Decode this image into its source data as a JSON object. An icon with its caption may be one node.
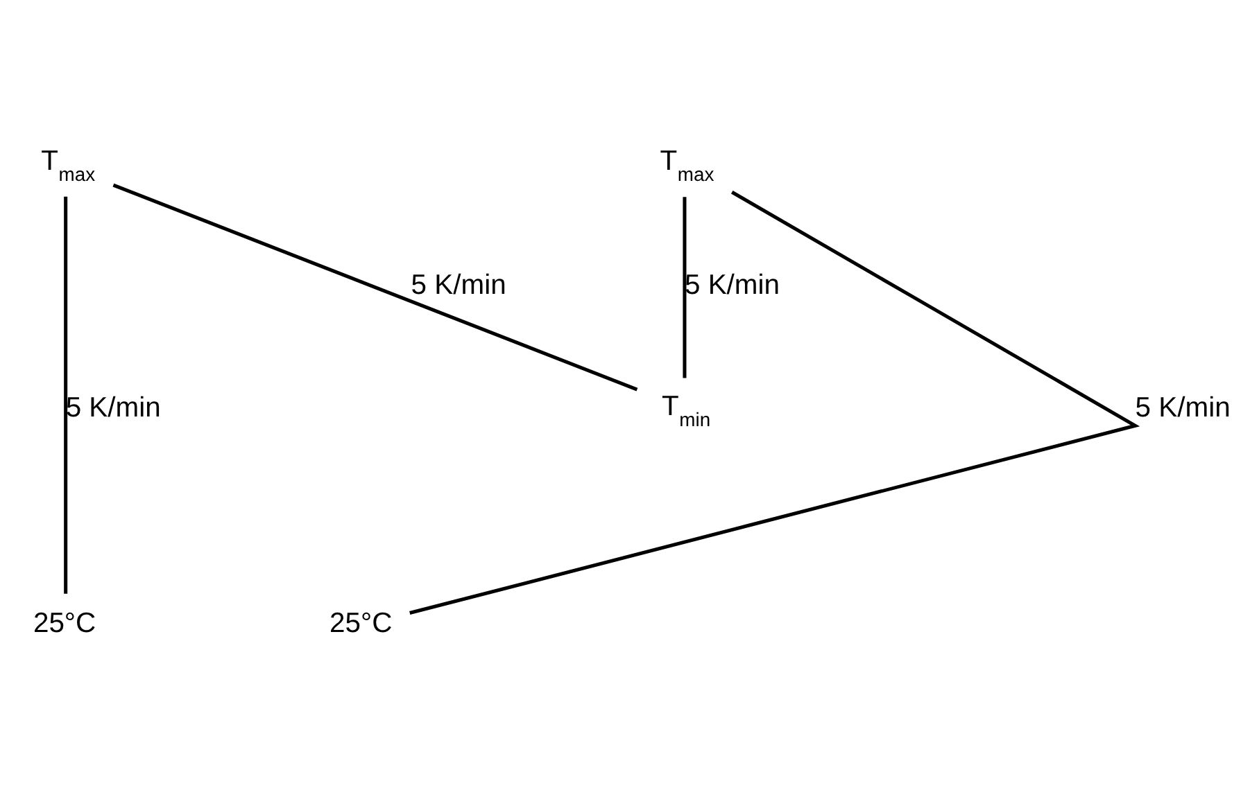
{
  "diagram": {
    "nodes": [
      {
        "text": [
          "25°C"
        ]
      },
      {
        "text": [
          "T$_{max}$"
        ]
      },
      {
        "text": [
          "T$_{min}$"
        ]
      },
      {
        "text": [
          "T$_{max}$"
        ]
      },
      {
        "text": [
          "25°C"
        ]
      }
    ],
    "edges": [
      {
        "from": 0,
        "to": 1,
        "arrow": "none",
        "label": "5 K/min"
      },
      {
        "from": 1,
        "to": 2,
        "arrow": "none",
        "label": "5 K/min"
      },
      {
        "from": 2,
        "to": 3,
        "arrow": "none",
        "label": "5 K/min"
      },
      {
        "from": 3,
        "to": 4,
        "arrow": "none",
        "label": "5 K/min"
      }
    ]
  }
}
